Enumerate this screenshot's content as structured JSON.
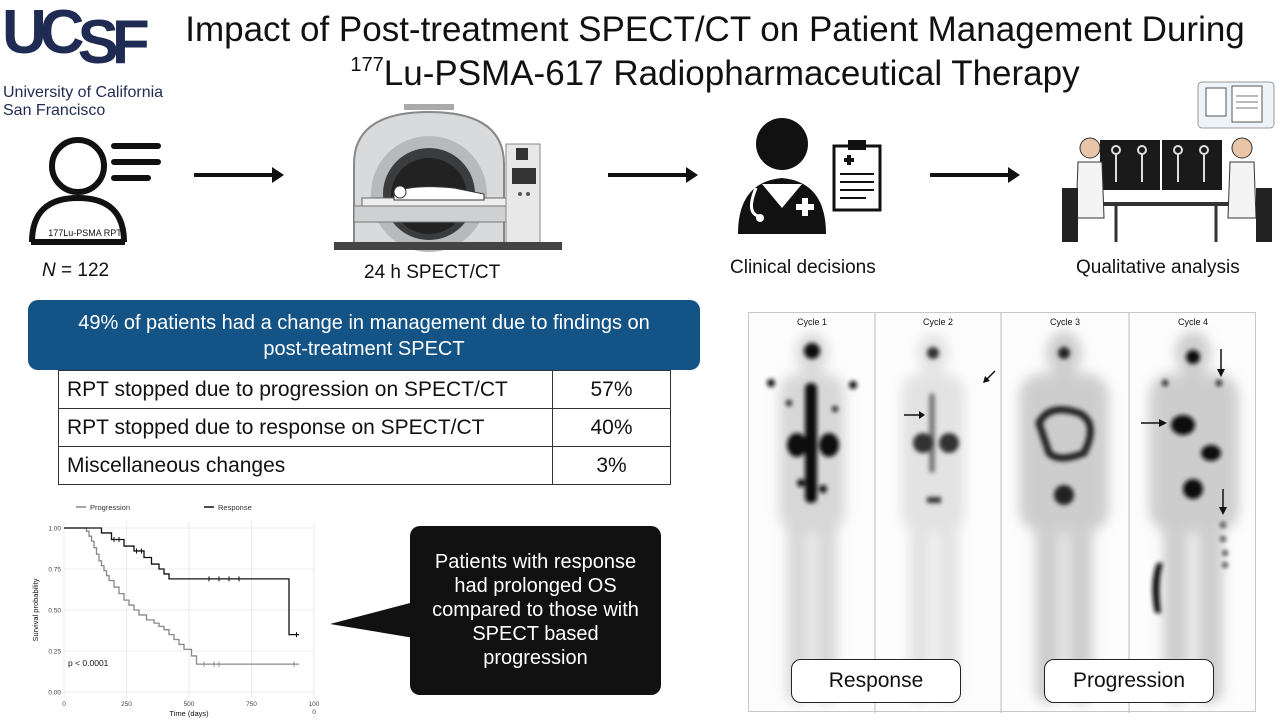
{
  "logo": {
    "mark": "UCSF",
    "line1": "University of California",
    "line2": "San Francisco"
  },
  "title": {
    "line1": "Impact of Post-treatment SPECT/CT on Patient Management During",
    "sup": "177",
    "line2": "Lu-PSMA-617 Radiopharmaceutical Therapy"
  },
  "workflow": {
    "patient_badge": "177Lu-PSMA RPT",
    "patient_caption_n": "N",
    "patient_caption_rest": " = 122",
    "scan_caption": "24 h SPECT/CT",
    "clinical_caption": "Clinical decisions",
    "analysis_caption": "Qualitative analysis"
  },
  "banner": {
    "line1": "49% of patients had a change in management due to findings on",
    "line2": "post-treatment SPECT"
  },
  "table": {
    "rows": [
      {
        "label": "RPT stopped due to progression on SPECT/CT",
        "value": "57%"
      },
      {
        "label": "RPT stopped due to response on SPECT/CT",
        "value": "40%"
      },
      {
        "label": "Miscellaneous changes",
        "value": "3%"
      }
    ]
  },
  "callout": {
    "text_lines": [
      "Patients with response",
      "had prolonged OS",
      "compared to those with",
      "SPECT based",
      "progression"
    ]
  },
  "scans": {
    "cycles": [
      "Cycle 1",
      "Cycle 2",
      "Cycle 3",
      "Cycle 4"
    ],
    "response_label": "Response",
    "progression_label": "Progression"
  },
  "chart_data": {
    "type": "line",
    "title": "",
    "xlabel": "Time (days)",
    "ylabel": "Survival probability",
    "xlim": [
      0,
      1000
    ],
    "ylim": [
      0,
      1
    ],
    "xticks": [
      0,
      250,
      500,
      750,
      1000
    ],
    "xtick_labels": [
      "0",
      "250",
      "500",
      "750",
      "100"
    ],
    "yticks": [
      0,
      0.25,
      0.5,
      0.75,
      1
    ],
    "ytick_labels": [
      "0.00",
      "0.25",
      "0.50",
      "0.75",
      "1.00"
    ],
    "legend_placement": "top",
    "annotation": "p < 0.0001",
    "stray_label": "0",
    "grid": true,
    "series": [
      {
        "name": "Progression",
        "color": "#888888",
        "step_x": [
          0,
          90,
          100,
          110,
          120,
          130,
          140,
          150,
          160,
          170,
          180,
          200,
          220,
          240,
          260,
          280,
          300,
          330,
          360,
          380,
          400,
          420,
          440,
          460,
          480,
          510,
          530,
          940
        ],
        "step_y": [
          1.0,
          0.98,
          0.95,
          0.92,
          0.88,
          0.84,
          0.8,
          0.77,
          0.74,
          0.71,
          0.68,
          0.64,
          0.6,
          0.56,
          0.53,
          0.5,
          0.47,
          0.44,
          0.42,
          0.4,
          0.38,
          0.35,
          0.32,
          0.29,
          0.26,
          0.22,
          0.17,
          0.17
        ],
        "censor_x": [
          560,
          600,
          620,
          920
        ]
      },
      {
        "name": "Response",
        "color": "#111111",
        "step_x": [
          0,
          60,
          150,
          190,
          240,
          280,
          320,
          350,
          380,
          400,
          420,
          440,
          500,
          880,
          900,
          940
        ],
        "step_y": [
          1.0,
          1.0,
          0.97,
          0.93,
          0.89,
          0.86,
          0.82,
          0.78,
          0.75,
          0.72,
          0.69,
          0.69,
          0.69,
          0.69,
          0.35,
          0.35
        ],
        "censor_x": [
          200,
          220,
          290,
          310,
          580,
          620,
          660,
          700,
          930
        ]
      }
    ]
  }
}
